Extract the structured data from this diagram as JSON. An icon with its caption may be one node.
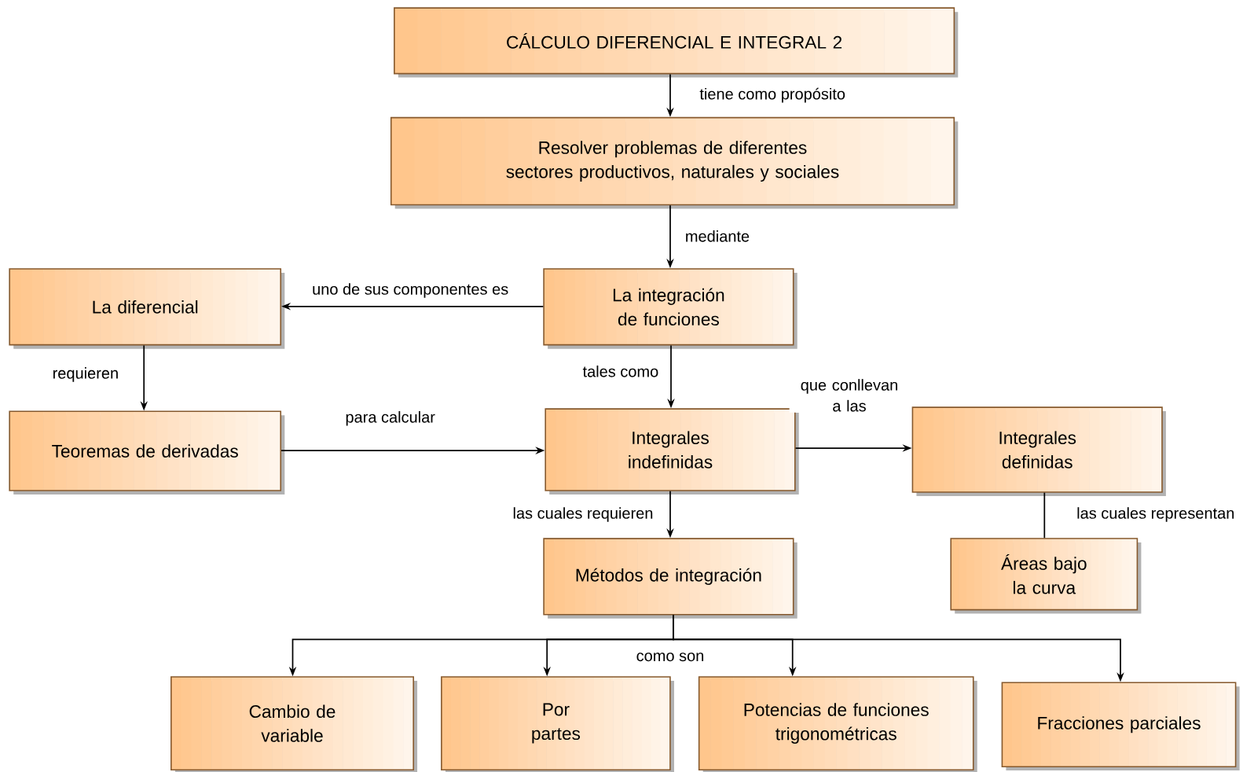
{
  "diagram": {
    "nodes": [
      {
        "text": [
          "CÁLCULO DIFERENCIAL E INTEGRAL 2"
        ]
      },
      {
        "text": [
          "Resolver problemas de diferentes sectores productivos, naturales y sociales"
        ]
      },
      {
        "text": [
          "La integración de funciones"
        ]
      },
      {
        "text": [
          "La diferencial"
        ]
      },
      {
        "text": [
          "Teoremas de derivadas"
        ]
      },
      {
        "text": [
          "Integrales indefinidas"
        ]
      },
      {
        "text": [
          "Integrales definidas"
        ]
      },
      {
        "text": [
          "Métodos de integración"
        ]
      },
      {
        "text": [
          "Áreas bajo la curva"
        ]
      },
      {
        "text": [
          "Cambio de variable"
        ]
      },
      {
        "text": [
          "Por partes"
        ]
      },
      {
        "text": [
          "Potencias de funciones trigonométricas"
        ]
      },
      {
        "text": [
          "Fracciones parciales"
        ]
      }
    ],
    "edges": [
      {
        "from": 0,
        "to": 1,
        "arrow": "to",
        "label": "tiene como propósito"
      },
      {
        "from": 1,
        "to": 2,
        "arrow": "to",
        "label": "mediante"
      },
      {
        "from": 2,
        "to": 3,
        "arrow": "to",
        "label": "uno de sus componentes es"
      },
      {
        "from": 3,
        "to": 4,
        "arrow": "to",
        "label": "requieren"
      },
      {
        "from": 4,
        "to": 5,
        "arrow": "to",
        "label": "para calcular"
      },
      {
        "from": 2,
        "to": 5,
        "arrow": "to",
        "label": "tales como"
      },
      {
        "from": 5,
        "to": 6,
        "arrow": "to",
        "label": "que conllevan a las"
      },
      {
        "from": 5,
        "to": 7,
        "arrow": "to",
        "label": "las cuales requieren"
      },
      {
        "from": 6,
        "to": 8,
        "arrow": "none",
        "label": "las cuales representan"
      },
      {
        "from": 7,
        "to": 9,
        "arrow": "to"
      },
      {
        "from": 7,
        "to": 10,
        "arrow": "to",
        "label": "como son"
      },
      {
        "from": 7,
        "to": 11,
        "arrow": "to"
      },
      {
        "from": 7,
        "to": 12,
        "arrow": "to"
      }
    ]
  }
}
